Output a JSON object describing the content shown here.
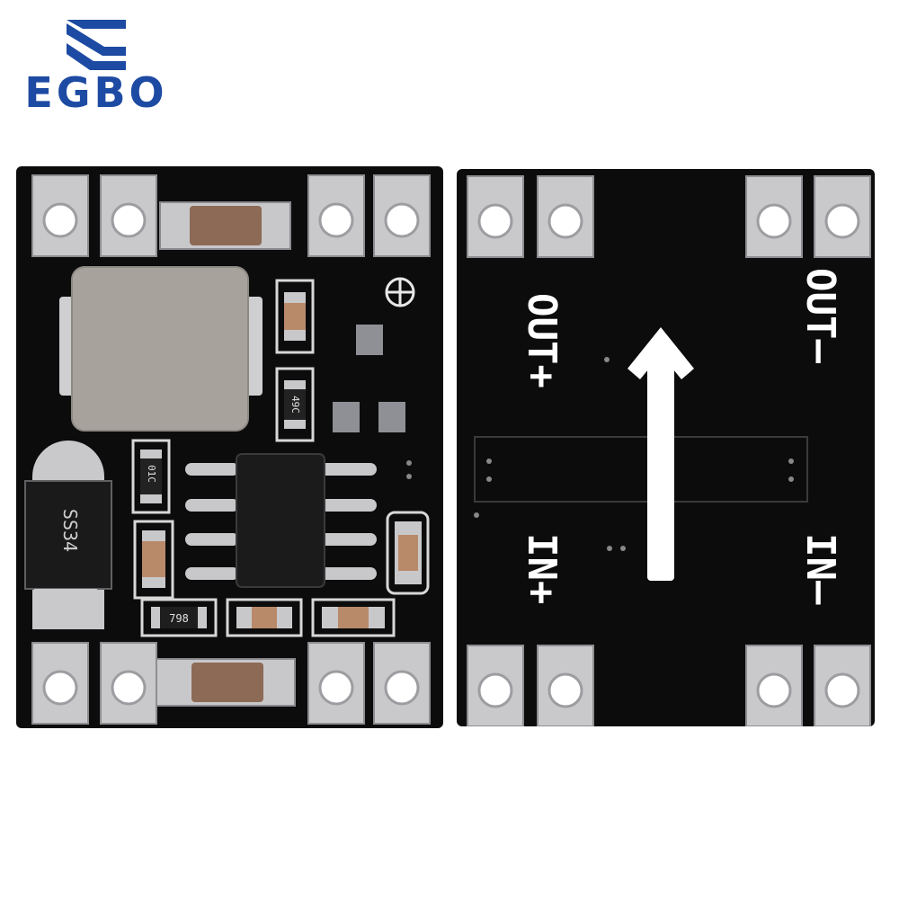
{
  "brand": {
    "name": "EGBO",
    "color": "#1d4aa3"
  },
  "front_board": {
    "diode_label": "SS34",
    "resistor_label": "798",
    "chip_label_1": "49C",
    "chip_label_2": "01C",
    "polarity_symbol": "⊕"
  },
  "back_board": {
    "label_out_plus": "OUT+",
    "label_out_minus": "OUT–",
    "label_in_plus": "IN+",
    "label_in_minus": "IN–",
    "arrow_icon": "arrow-up-icon"
  }
}
